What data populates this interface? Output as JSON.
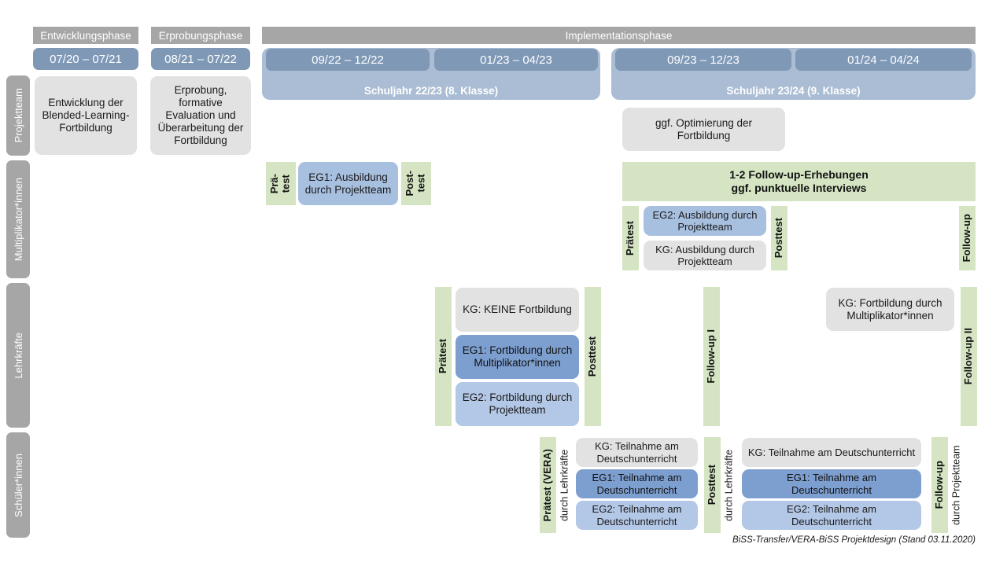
{
  "meta": {
    "footer": "BiSS-Transfer/VERA-BiSS Projektdesign (Stand 03.11.2020)"
  },
  "colors": {
    "phase_bar": "#a6a6a6",
    "date_chip": "#7e98b6",
    "year_panel": "#aabdd4",
    "row_label": "#a6a6a6",
    "gray_box": "#e2e2e2",
    "green_box": "#d5e5c3",
    "blue_eg1_dark": "#7d9fd0",
    "blue_eg2_light": "#b3c7e6",
    "blue_medium": "#a8c0e0"
  },
  "header": {
    "phases": [
      {
        "label": "Entwicklungsphase"
      },
      {
        "label": "Erprobungsphase"
      },
      {
        "label": "Implementationsphase"
      }
    ],
    "single_periods": [
      {
        "label": "07/20 – 07/21"
      },
      {
        "label": "08/21 – 07/22"
      }
    ],
    "school_years": [
      {
        "year_label": "Schuljahr 22/23 (8. Klasse)",
        "periods": [
          {
            "label": "09/22 – 12/22"
          },
          {
            "label": "01/23 – 04/23"
          }
        ]
      },
      {
        "year_label": "Schuljahr 23/24 (9. Klasse)",
        "periods": [
          {
            "label": "09/23 – 12/23"
          },
          {
            "label": "01/24 – 04/24"
          }
        ]
      }
    ]
  },
  "rows": {
    "projektteam": {
      "label": "Projektteam",
      "boxes": [
        {
          "text": "Entwicklung der Blended-Learning-Fortbildung"
        },
        {
          "text": "Erprobung, formative Evaluation und Überarbeitung der Fortbildung"
        },
        {
          "text": "ggf. Optimierung der Fortbildung"
        }
      ]
    },
    "multiplikator": {
      "label": "Multiplikator*innen",
      "pretest_1": "Prä-\ntest",
      "posttest_1": "Post-\ntest",
      "eg1_box": "EG1: Ausbildung durch Projektteam",
      "followup_band": "1-2 Follow-up-Erhebungen\nggf. punktuelle Interviews",
      "pretest_2": "Prätest",
      "posttest_2": "Posttest",
      "eg2_box": "EG2: Ausbildung durch Projektteam",
      "kg_box": "KG: Ausbildung durch Projektteam",
      "followup_strip": "Follow-up"
    },
    "lehrkraefte": {
      "label": "Lehrkräfte",
      "pretest": "Prätest",
      "posttest": "Posttest",
      "kg_box": "KG:  KEINE Fortbildung",
      "eg1_box": "EG1: Fortbildung durch Multiplikator*innen",
      "eg2_box": "EG2: Fortbildung durch Projektteam",
      "followup_1": "Follow-up I",
      "kg_box_2": "KG: Fortbildung durch Multiplikator*innen",
      "followup_2": "Follow-up II"
    },
    "schueler": {
      "label": "Schüler*innen",
      "pretest_main": "Prätest (VERA)",
      "pretest_sub": "durch Lehrkräfte",
      "posttest_main": "Posttest",
      "posttest_sub": "durch Lehrkräfte",
      "followup_main": "Follow-up",
      "followup_sub": "durch Projektteam",
      "group_boxes_left": [
        {
          "text": "KG: Teilnahme am Deutschunterricht"
        },
        {
          "text": "EG1: Teilnahme am Deutschunterricht"
        },
        {
          "text": "EG2: Teilnahme am Deutschunterricht"
        }
      ],
      "group_boxes_right": [
        {
          "text": "KG: Teilnahme am Deutschunterricht"
        },
        {
          "text": "EG1: Teilnahme am Deutschunterricht"
        },
        {
          "text": "EG2: Teilnahme am Deutschunterricht"
        }
      ]
    }
  }
}
